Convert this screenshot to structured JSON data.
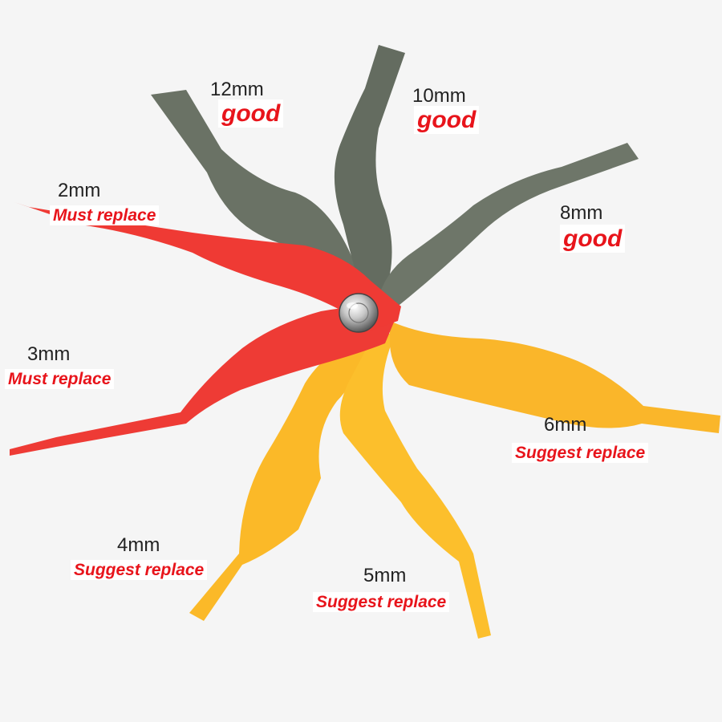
{
  "colors": {
    "background": "#f5f5f5",
    "good_blade": "#6a7265",
    "must_blade": "#ee3b35",
    "suggest_blade": "#fbb928",
    "status_text": "#e8141b",
    "size_text": "#222222"
  },
  "gauges": [
    {
      "size": "12mm",
      "status": "good"
    },
    {
      "size": "10mm",
      "status": "good"
    },
    {
      "size": "8mm",
      "status": "good"
    },
    {
      "size": "2mm",
      "status": "Must replace"
    },
    {
      "size": "3mm",
      "status": "Must replace"
    },
    {
      "size": "6mm",
      "status": "Suggest replace"
    },
    {
      "size": "4mm",
      "status": "Suggest replace"
    },
    {
      "size": "5mm",
      "status": "Suggest replace"
    }
  ],
  "pivot": {
    "icon": "screw-icon"
  }
}
